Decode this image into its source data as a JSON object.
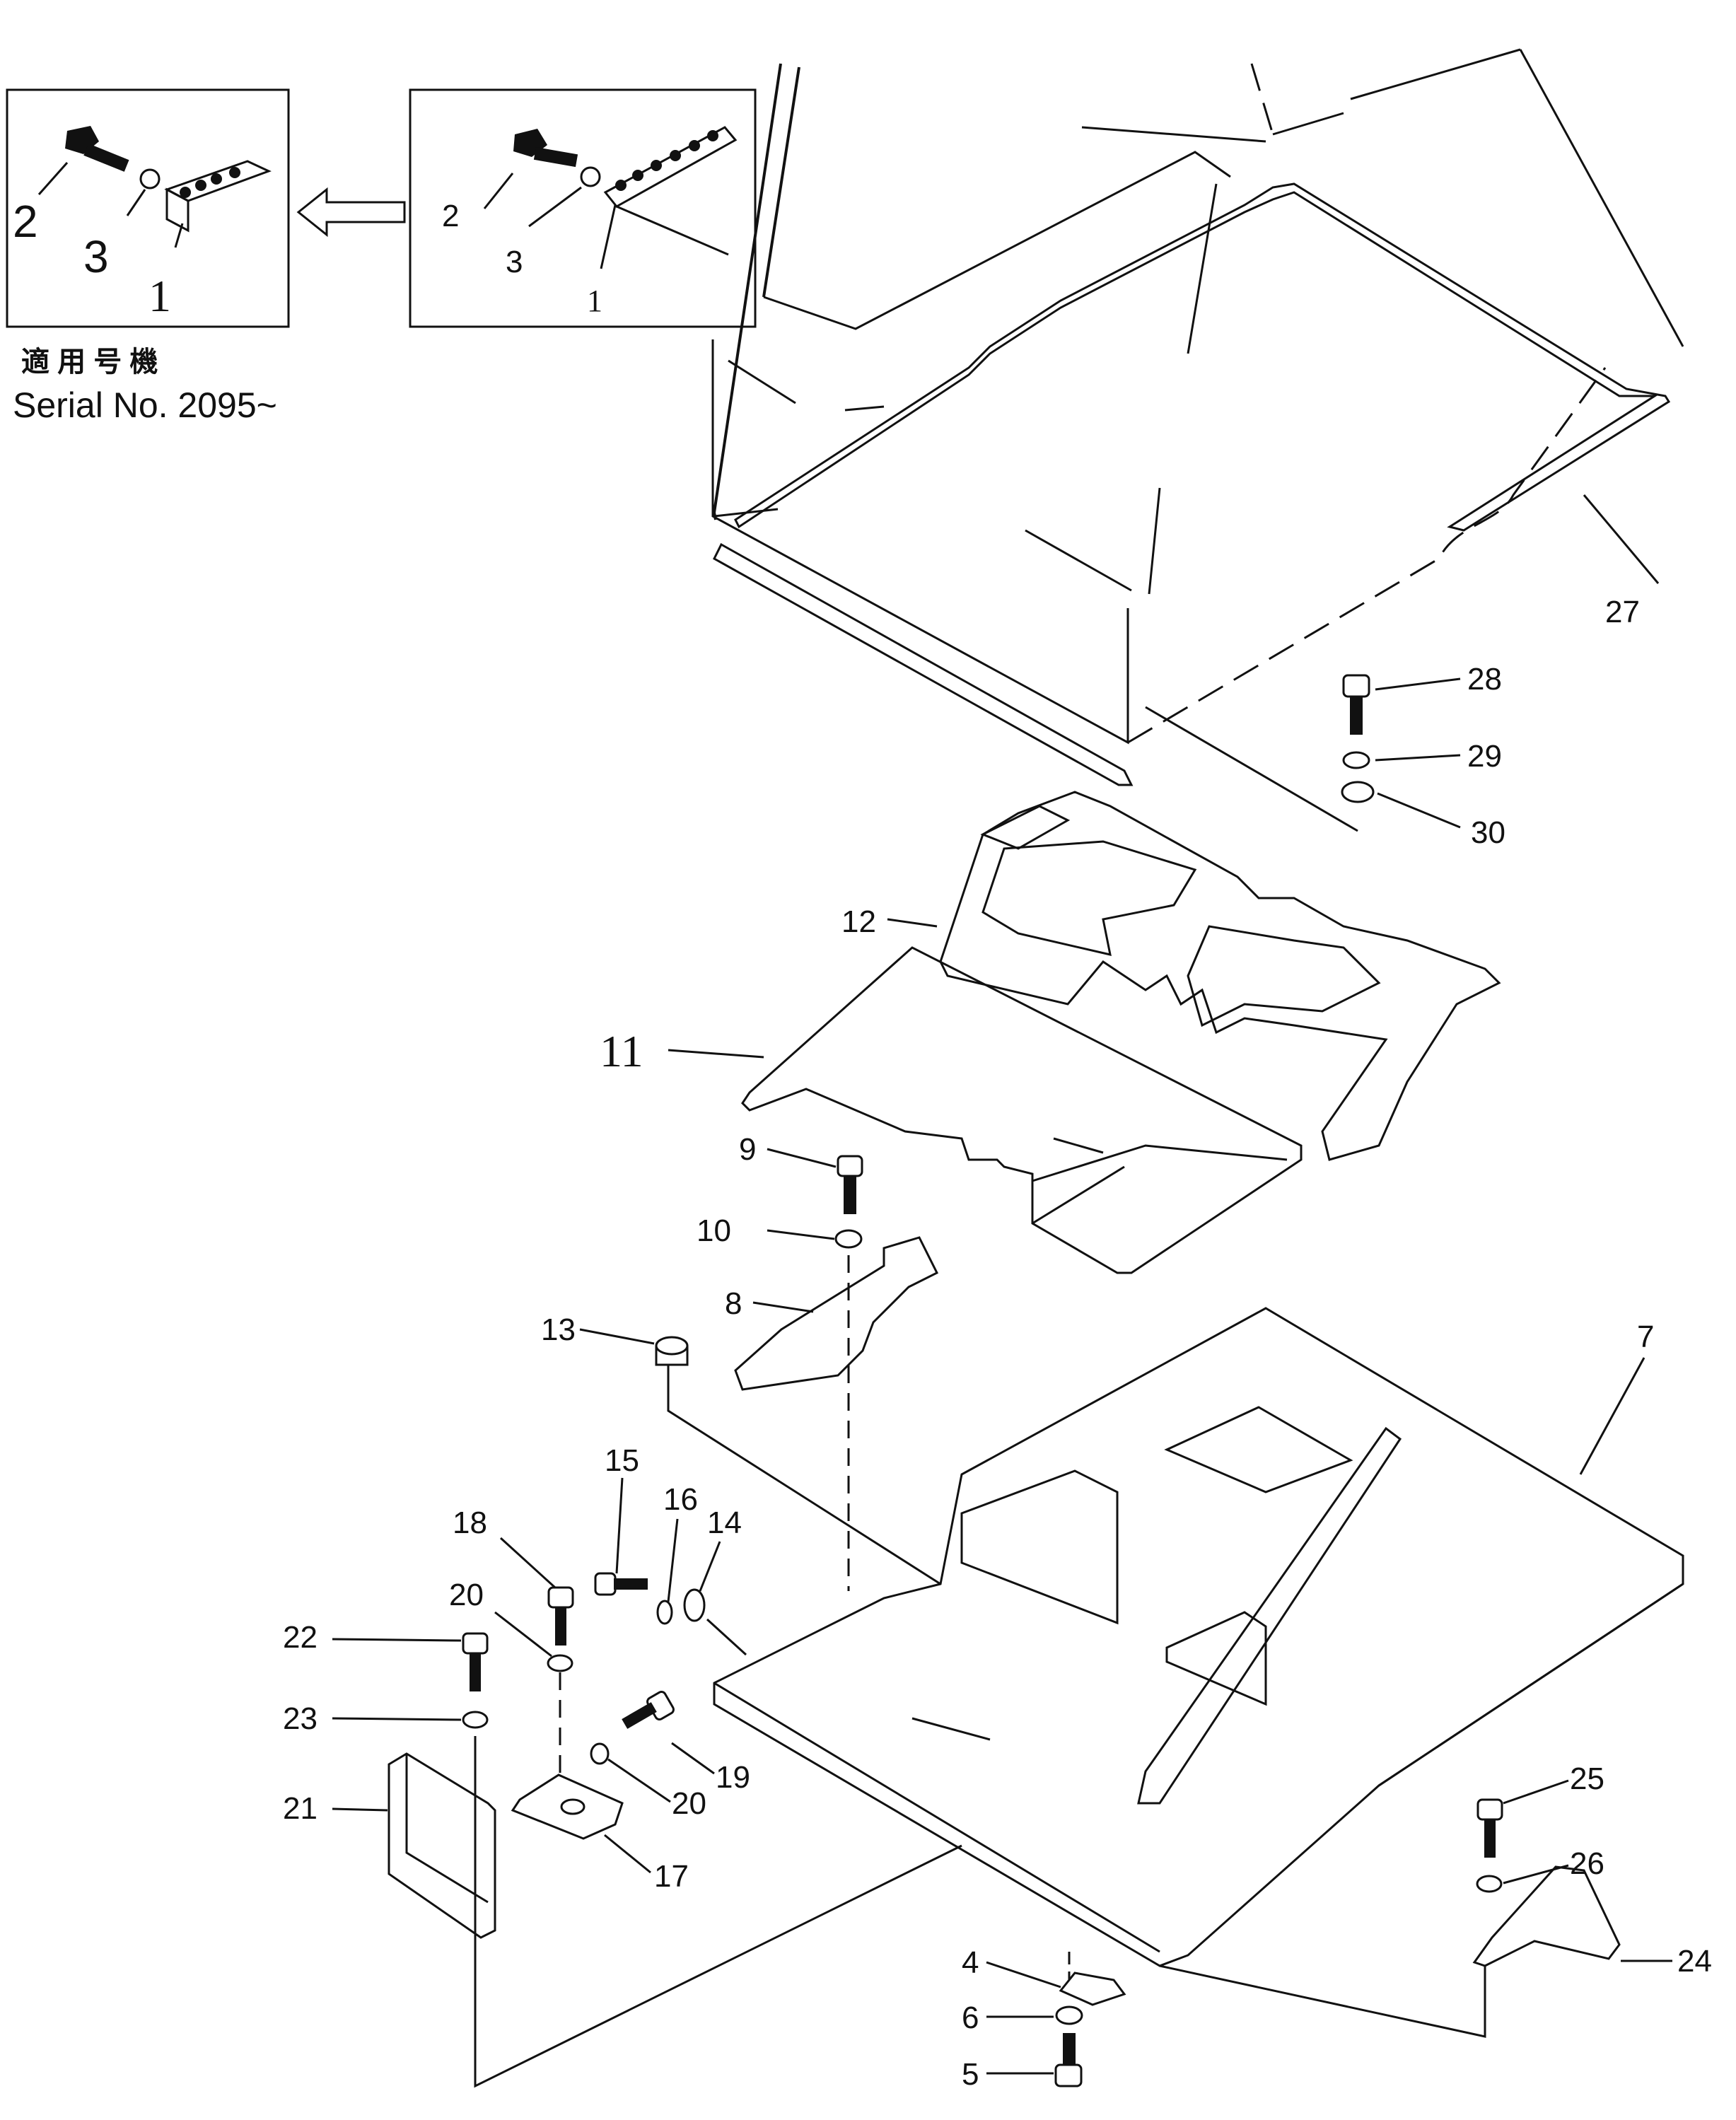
{
  "inset": {
    "applicable_model_jp": "適 用 号 機",
    "serial_text": "Serial No. 2095~"
  },
  "callouts": [
    {
      "id": "inset-left-2",
      "text": "2"
    },
    {
      "id": "inset-left-3",
      "text": "3"
    },
    {
      "id": "inset-left-1",
      "text": "1"
    },
    {
      "id": "inset-right-2",
      "text": "2"
    },
    {
      "id": "inset-right-3",
      "text": "3"
    },
    {
      "id": "inset-right-1",
      "text": "1"
    },
    {
      "id": "c27",
      "text": "27"
    },
    {
      "id": "c28",
      "text": "28"
    },
    {
      "id": "c29",
      "text": "29"
    },
    {
      "id": "c30",
      "text": "30"
    },
    {
      "id": "c12",
      "text": "12"
    },
    {
      "id": "c11",
      "text": "11"
    },
    {
      "id": "c9",
      "text": "9"
    },
    {
      "id": "c10",
      "text": "10"
    },
    {
      "id": "c8",
      "text": "8"
    },
    {
      "id": "c13",
      "text": "13"
    },
    {
      "id": "c7",
      "text": "7"
    },
    {
      "id": "c15",
      "text": "15"
    },
    {
      "id": "c16",
      "text": "16"
    },
    {
      "id": "c14",
      "text": "14"
    },
    {
      "id": "c18",
      "text": "18"
    },
    {
      "id": "c20a",
      "text": "20"
    },
    {
      "id": "c22",
      "text": "22"
    },
    {
      "id": "c23",
      "text": "23"
    },
    {
      "id": "c19",
      "text": "19"
    },
    {
      "id": "c20b",
      "text": "20"
    },
    {
      "id": "c21",
      "text": "21"
    },
    {
      "id": "c17",
      "text": "17"
    },
    {
      "id": "c25",
      "text": "25"
    },
    {
      "id": "c26",
      "text": "26"
    },
    {
      "id": "c24",
      "text": "24"
    },
    {
      "id": "c4",
      "text": "4"
    },
    {
      "id": "c6",
      "text": "6"
    },
    {
      "id": "c5",
      "text": "5"
    }
  ],
  "colors": {
    "ink": "#111111",
    "paper": "#ffffff"
  }
}
